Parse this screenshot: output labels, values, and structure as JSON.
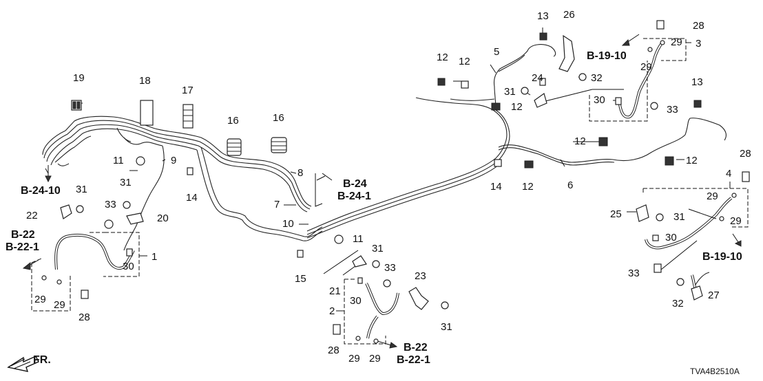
{
  "drawing": {
    "code": "TVA4B2510A",
    "front_label": "FR.",
    "callouts": [
      {
        "id": "c1",
        "text": "1"
      },
      {
        "id": "c2",
        "text": "2"
      },
      {
        "id": "c3",
        "text": "3"
      },
      {
        "id": "c4",
        "text": "4"
      },
      {
        "id": "c5",
        "text": "5"
      },
      {
        "id": "c6",
        "text": "6"
      },
      {
        "id": "c7",
        "text": "7"
      },
      {
        "id": "c8",
        "text": "8"
      },
      {
        "id": "c9",
        "text": "9"
      },
      {
        "id": "c10",
        "text": "10"
      },
      {
        "id": "c11a",
        "text": "11"
      },
      {
        "id": "c11b",
        "text": "11"
      },
      {
        "id": "c12a",
        "text": "12"
      },
      {
        "id": "c12b",
        "text": "12"
      },
      {
        "id": "c12c",
        "text": "12"
      },
      {
        "id": "c12d",
        "text": "12"
      },
      {
        "id": "c12e",
        "text": "12"
      },
      {
        "id": "c12f",
        "text": "12"
      },
      {
        "id": "c13a",
        "text": "13"
      },
      {
        "id": "c13b",
        "text": "13"
      },
      {
        "id": "c14a",
        "text": "14"
      },
      {
        "id": "c14b",
        "text": "14"
      },
      {
        "id": "c15",
        "text": "15"
      },
      {
        "id": "c16a",
        "text": "16"
      },
      {
        "id": "c16b",
        "text": "16"
      },
      {
        "id": "c17",
        "text": "17"
      },
      {
        "id": "c18",
        "text": "18"
      },
      {
        "id": "c19",
        "text": "19"
      },
      {
        "id": "c20",
        "text": "20"
      },
      {
        "id": "c21",
        "text": "21"
      },
      {
        "id": "c22",
        "text": "22"
      },
      {
        "id": "c23",
        "text": "23"
      },
      {
        "id": "c24",
        "text": "24"
      },
      {
        "id": "c25",
        "text": "25"
      },
      {
        "id": "c26",
        "text": "26"
      },
      {
        "id": "c27",
        "text": "27"
      },
      {
        "id": "c28a",
        "text": "28"
      },
      {
        "id": "c28b",
        "text": "28"
      },
      {
        "id": "c28c",
        "text": "28"
      },
      {
        "id": "c28d",
        "text": "28"
      },
      {
        "id": "c29a",
        "text": "29"
      },
      {
        "id": "c29b",
        "text": "29"
      },
      {
        "id": "c29c",
        "text": "29"
      },
      {
        "id": "c29d",
        "text": "29"
      },
      {
        "id": "c29e",
        "text": "29"
      },
      {
        "id": "c29f",
        "text": "29"
      },
      {
        "id": "c29g",
        "text": "29"
      },
      {
        "id": "c29h",
        "text": "29"
      },
      {
        "id": "c30a",
        "text": "30"
      },
      {
        "id": "c30b",
        "text": "30"
      },
      {
        "id": "c30c",
        "text": "30"
      },
      {
        "id": "c30d",
        "text": "30"
      },
      {
        "id": "c31a",
        "text": "31"
      },
      {
        "id": "c31b",
        "text": "31"
      },
      {
        "id": "c31c",
        "text": "31"
      },
      {
        "id": "c31d",
        "text": "31"
      },
      {
        "id": "c31e",
        "text": "31"
      },
      {
        "id": "c31f",
        "text": "31"
      },
      {
        "id": "c32a",
        "text": "32"
      },
      {
        "id": "c32b",
        "text": "32"
      },
      {
        "id": "c33a",
        "text": "33"
      },
      {
        "id": "c33b",
        "text": "33"
      },
      {
        "id": "c33c",
        "text": "33"
      },
      {
        "id": "c33d",
        "text": "33"
      }
    ],
    "references": [
      {
        "id": "r_b2410",
        "text": "B-24-10"
      },
      {
        "id": "r_b24",
        "text": "B-24"
      },
      {
        "id": "r_b241",
        "text": "B-24-1"
      },
      {
        "id": "r_b22a",
        "text": "B-22"
      },
      {
        "id": "r_b221a",
        "text": "B-22-1"
      },
      {
        "id": "r_b22b",
        "text": "B-22"
      },
      {
        "id": "r_b221b",
        "text": "B-22-1"
      },
      {
        "id": "r_b1910a",
        "text": "B-19-10"
      },
      {
        "id": "r_b1910b",
        "text": "B-19-10"
      }
    ]
  }
}
